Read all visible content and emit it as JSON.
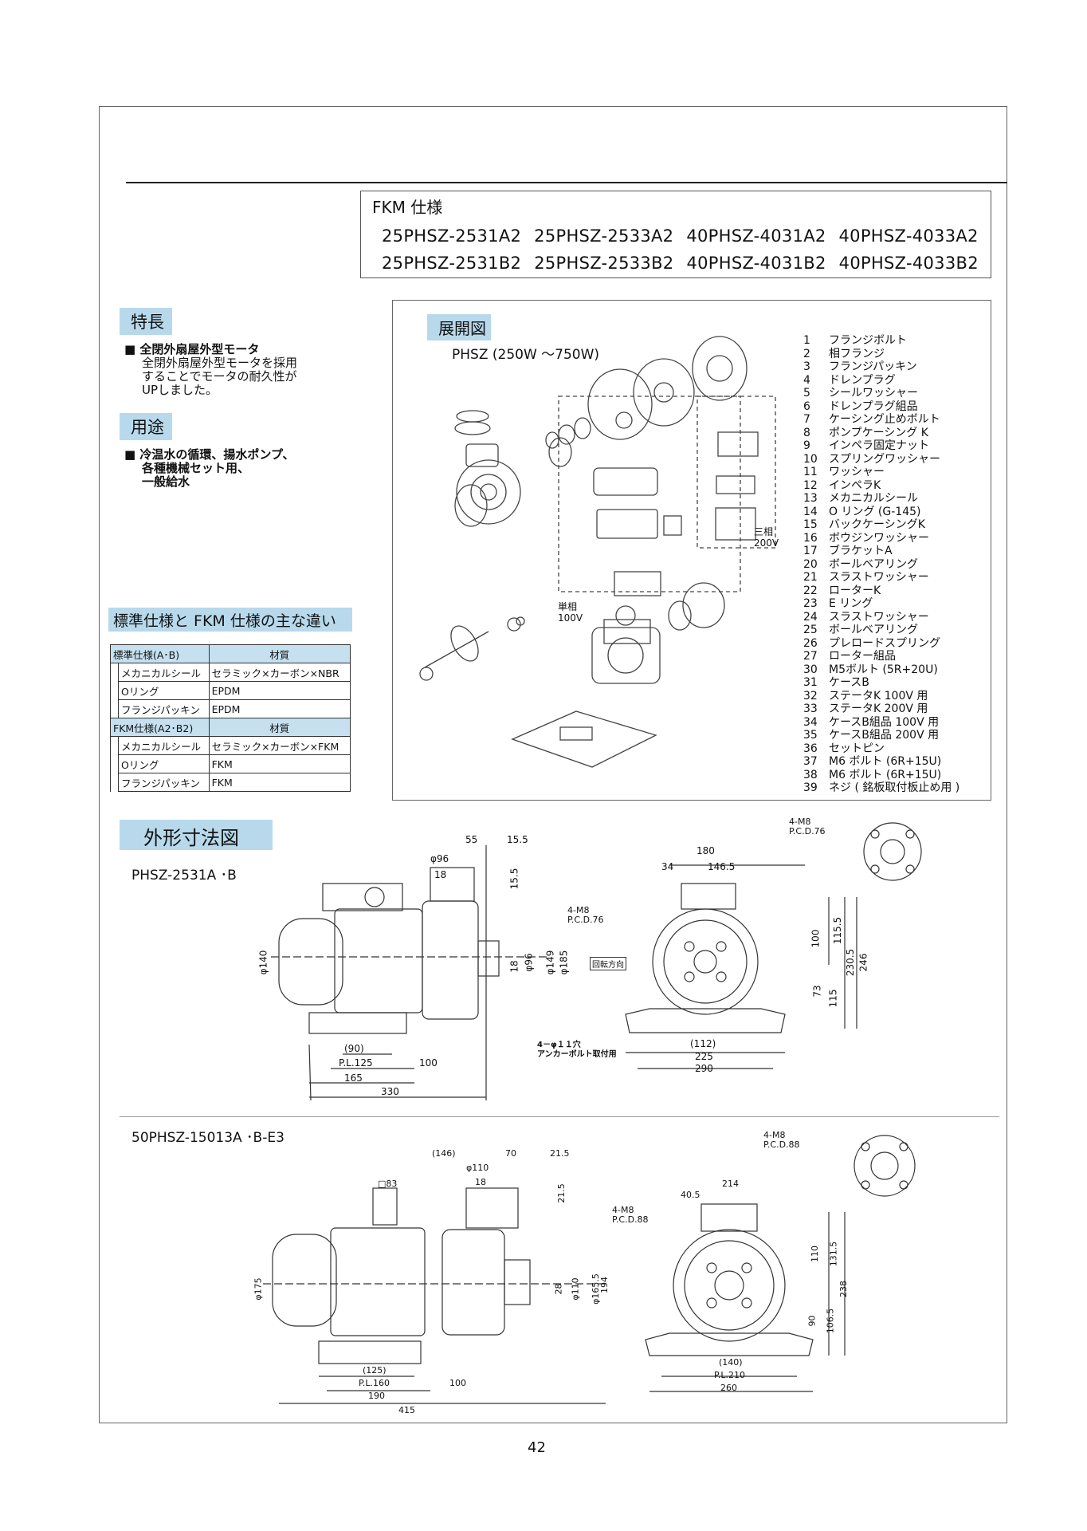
{
  "spec": {
    "title": "FKM 仕様",
    "row1": [
      "25PHSZ-2531A2",
      "25PHSZ-2533A2",
      "40PHSZ-4031A2",
      "40PHSZ-4033A2"
    ],
    "row2": [
      "25PHSZ-2531B2",
      "25PHSZ-2533B2",
      "40PHSZ-4031B2",
      "40PHSZ-4033B2"
    ]
  },
  "features": {
    "heading": "特長",
    "item_bold": "全閉外扇屋外型モータ",
    "item_lines": [
      "全閉外扇屋外型モータを採用",
      "することでモータの耐久性が",
      "UPしました。"
    ]
  },
  "uses": {
    "heading": "用途",
    "item_lines": [
      "冷温水の循環、揚水ポンプ、",
      "各種機械セット用、",
      "一般給水"
    ]
  },
  "differences": {
    "heading": "標準仕様と FKM 仕様の主な違い",
    "std_header": [
      "標準仕様(A･B)",
      "材質"
    ],
    "std_rows": [
      [
        "メカニカルシール",
        "セラミック×カーボン×NBR"
      ],
      [
        "Oリング",
        "EPDM"
      ],
      [
        "フランジパッキン",
        "EPDM"
      ]
    ],
    "fkm_header": [
      "FKM仕様(A2･B2)",
      "材質"
    ],
    "fkm_rows": [
      [
        "メカニカルシール",
        "セラミック×カーボン×FKM"
      ],
      [
        "Oリング",
        "FKM"
      ],
      [
        "フランジパッキン",
        "FKM"
      ]
    ]
  },
  "exploded": {
    "heading": "展開図",
    "subtitle": "PHSZ (250W ～750W)",
    "label_single": [
      "単相",
      "100V"
    ],
    "label_three": [
      "三相",
      "200V"
    ],
    "parts": [
      [
        "1",
        "フランジボルト"
      ],
      [
        "2",
        "相フランジ"
      ],
      [
        "3",
        "フランジパッキン"
      ],
      [
        "4",
        "ドレンプラグ"
      ],
      [
        "5",
        "シールワッシャー"
      ],
      [
        "6",
        "ドレンプラグ組品"
      ],
      [
        "7",
        "ケーシング止めボルト"
      ],
      [
        "8",
        "ポンプケーシング K"
      ],
      [
        "9",
        "インペラ固定ナット"
      ],
      [
        "10",
        "スプリングワッシャー"
      ],
      [
        "11",
        "ワッシャー"
      ],
      [
        "12",
        "インペラK"
      ],
      [
        "13",
        "メカニカルシール"
      ],
      [
        "14",
        "O リング (G-145)"
      ],
      [
        "15",
        "バックケーシングK"
      ],
      [
        "16",
        "ボウジンワッシャー"
      ],
      [
        "17",
        "ブラケットA"
      ],
      [
        "20",
        "ボールベアリング"
      ],
      [
        "21",
        "スラストワッシャー"
      ],
      [
        "22",
        "ローターK"
      ],
      [
        "23",
        "E リング"
      ],
      [
        "24",
        "スラストワッシャー"
      ],
      [
        "25",
        "ボールベアリング"
      ],
      [
        "26",
        "プレロードスプリング"
      ],
      [
        "27",
        "ローター組品"
      ],
      [
        "30",
        "M5ボルト (5R+20U)"
      ],
      [
        "31",
        "ケースB"
      ],
      [
        "32",
        "ステータK 100V 用"
      ],
      [
        "33",
        "ステータK 200V 用"
      ],
      [
        "34",
        "ケースB組品 100V 用"
      ],
      [
        "35",
        "ケースB組品 200V 用"
      ],
      [
        "36",
        "セットピン"
      ],
      [
        "37",
        "M6 ボルト (6R+15U)"
      ],
      [
        "38",
        "M6 ボルト (6R+15U)"
      ],
      [
        "39",
        "ネジ ( 銘板取付板止め用 )"
      ]
    ]
  },
  "dimensions": {
    "heading": "外形寸法図",
    "model1": "PHSZ-2531A ･B",
    "model2": "50PHSZ-15013A ･B-E3",
    "d1": {
      "top": [
        "55",
        "15.5",
        "φ96",
        "18",
        "15.5"
      ],
      "side": [
        "φ140",
        "φ96",
        "18",
        "φ149",
        "φ185"
      ],
      "bottom": [
        "(90)",
        "P.L.125",
        "100",
        "165",
        "330"
      ],
      "front_top": [
        "180",
        "34",
        "146.5"
      ],
      "flange": [
        "4-M8",
        "P.C.D.76"
      ],
      "right": [
        "100",
        "115.5",
        "230.5",
        "246",
        "73",
        "115"
      ],
      "front_bottom": [
        "(112)",
        "225",
        "290"
      ],
      "rotation": "回転方向",
      "anchor": [
        "4－φ１１穴",
        "アンカーボルト取付用"
      ]
    },
    "d2": {
      "top": [
        "(146)",
        "70",
        "21.5",
        "φ110",
        "18",
        "21.5",
        "□83"
      ],
      "side": [
        "φ175",
        "28",
        "φ110",
        "φ165.5",
        "194"
      ],
      "bottom": [
        "(125)",
        "P.L.160",
        "100",
        "190",
        "415"
      ],
      "front_top": [
        "214",
        "40.5"
      ],
      "flange": [
        "4-M8",
        "P.C.D.88"
      ],
      "right": [
        "110",
        "131.5",
        "238",
        "90",
        "106.5"
      ],
      "front_bottom": [
        "(140)",
        "P.L.210",
        "260"
      ]
    }
  },
  "page_number": "42"
}
